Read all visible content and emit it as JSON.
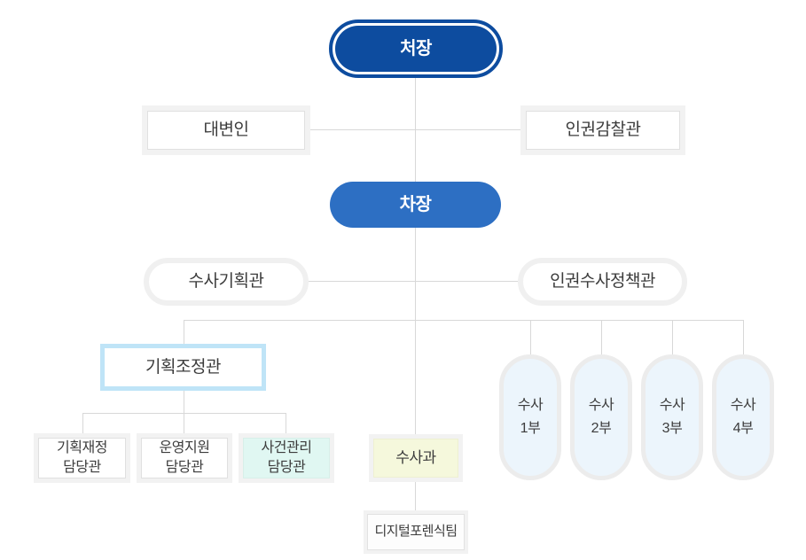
{
  "org_chart": {
    "nodes": {
      "chief": "처장",
      "spokesperson": "대변인",
      "human_rights_inspector": "인권감찰관",
      "deputy_chief": "차장",
      "investigation_planning_officer": "수사기획관",
      "human_rights_investigation_policy_officer": "인권수사정책관",
      "planning_coordination_officer": "기획조정관",
      "planning_finance_officer": "기획재정\n담당관",
      "operation_support_officer": "운영지원\n담당관",
      "case_management_officer": "사건관리\n담당관",
      "investigation_division": "수사과",
      "investigation_dept_1": "수사\n1부",
      "investigation_dept_2": "수사\n2부",
      "investigation_dept_3": "수사\n3부",
      "investigation_dept_4": "수사\n4부",
      "digital_forensics_team": "디지털포렌식팀"
    },
    "colors": {
      "chief_fill": "#0d4c9f",
      "deputy_fill": "#2d6fc3",
      "planning_coordination_border": "#bfe4f7",
      "case_management_fill": "#e0f7f2",
      "investigation_division_fill": "#f5f8dc",
      "investigation_dept_fill": "#ecf5fc",
      "connector_line": "#d8d8d8",
      "box_frame": "#f2f2f2",
      "text": "#3c3c3c"
    }
  }
}
